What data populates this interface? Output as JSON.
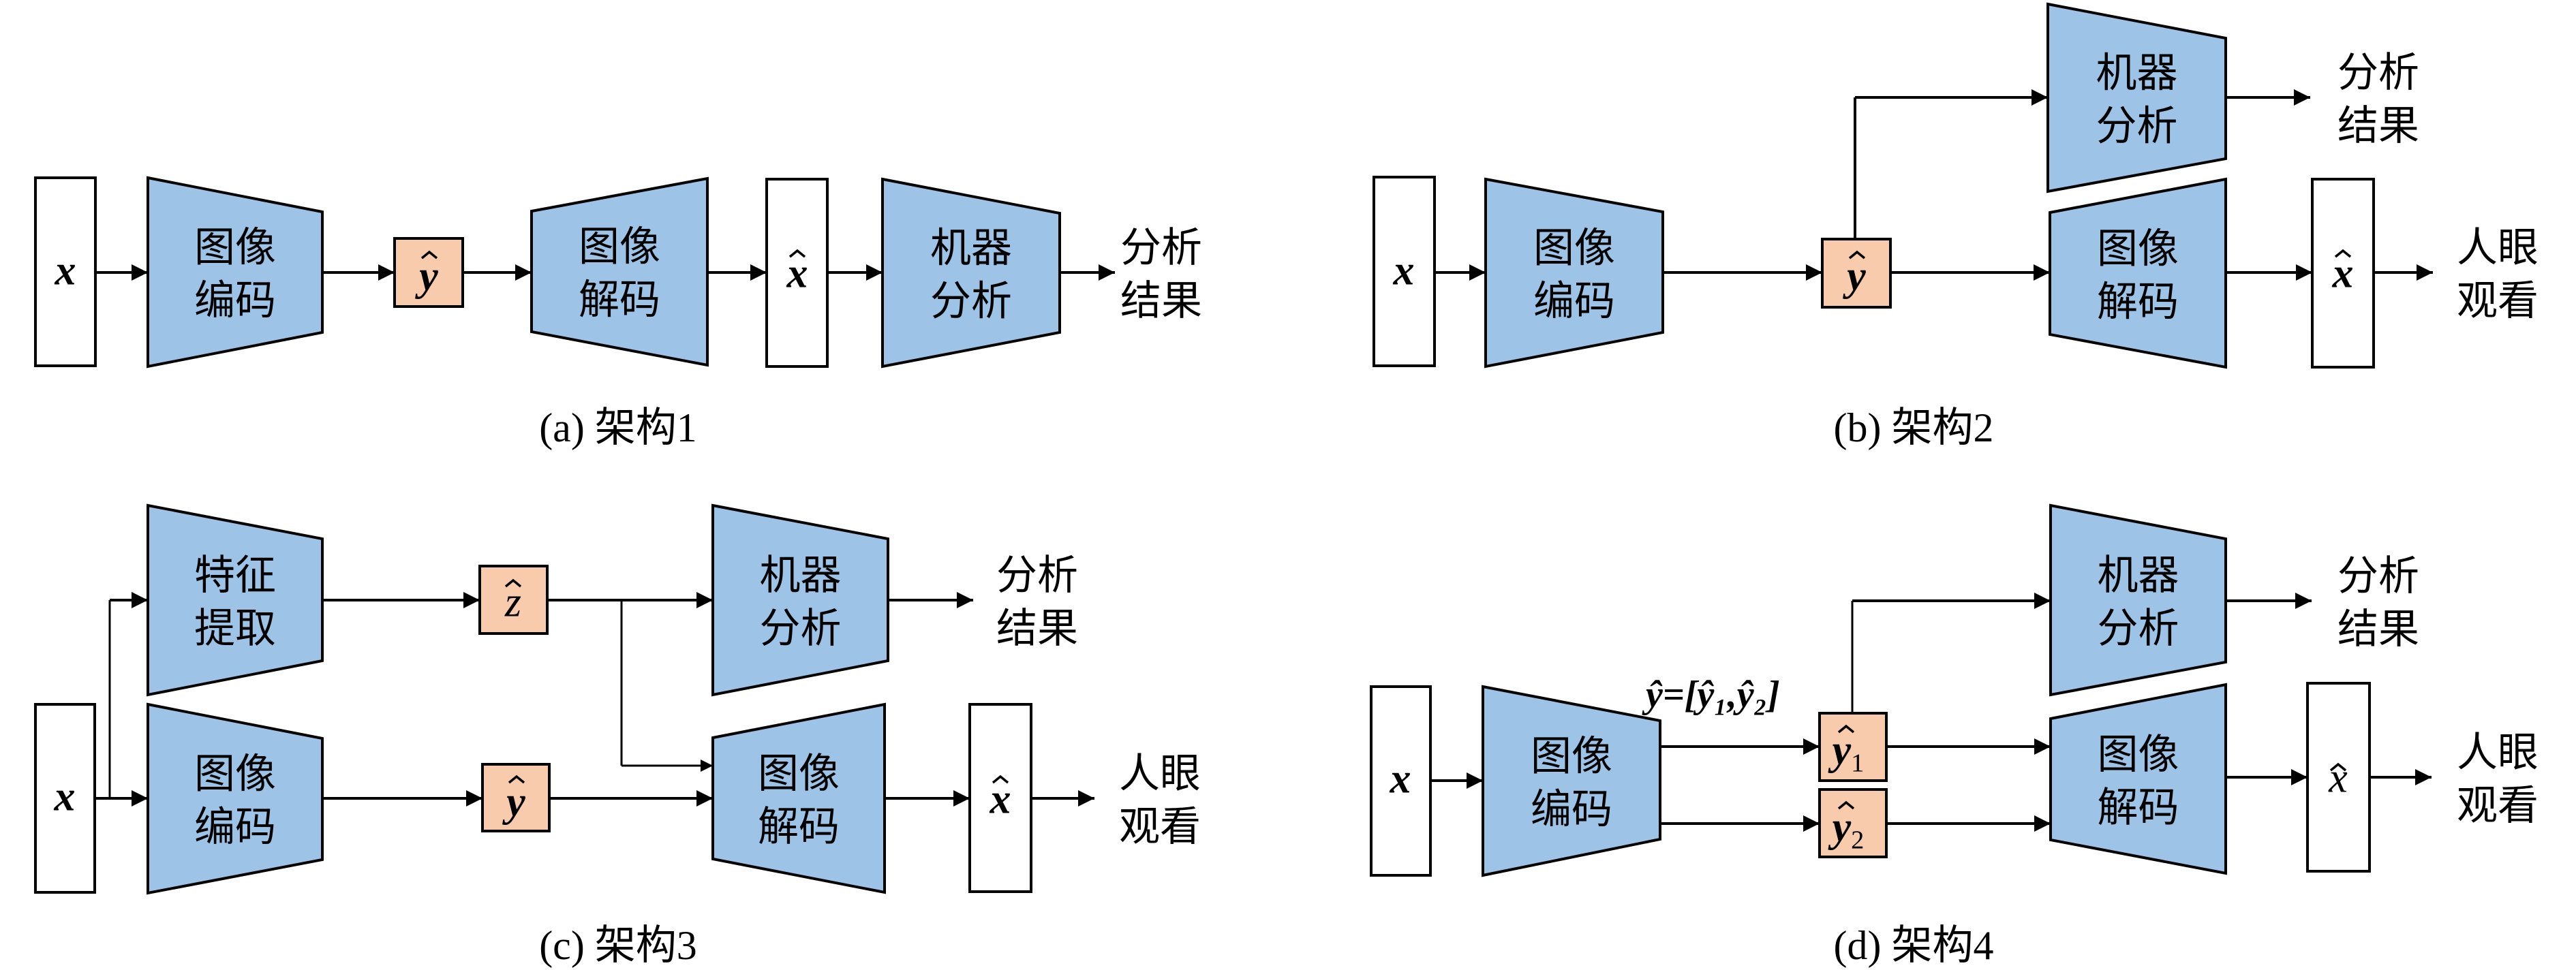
{
  "figure": {
    "colors": {
      "module_fill": "#9DC3E6",
      "latent_fill": "#F8CBAD",
      "data_fill": "#FFFFFF",
      "stroke": "#000000"
    },
    "labels": {
      "image_encoder": [
        "图像",
        "编码"
      ],
      "image_decoder": [
        "图像",
        "解码"
      ],
      "machine_analysis": [
        "机器",
        "分析"
      ],
      "feature_extraction": [
        "特征",
        "提取"
      ],
      "analysis_result": [
        "分析",
        "结果"
      ],
      "human_viewing": [
        "人眼",
        "观看"
      ]
    },
    "symbols": {
      "x": "x",
      "x_hat": "x",
      "y_hat": "y",
      "z_hat": "z",
      "y1_hat": {
        "base": "y",
        "sub": "1"
      },
      "y2_hat": {
        "base": "y",
        "sub": "2"
      },
      "y_split_annotation": "ŷ=[ŷ₁,ŷ₂]"
    },
    "panels": [
      {
        "id": "a",
        "caption": "(a) 架构1"
      },
      {
        "id": "b",
        "caption": "(b) 架构2"
      },
      {
        "id": "c",
        "caption": "(c) 架构3"
      },
      {
        "id": "d",
        "caption": "(d) 架构4"
      }
    ]
  }
}
